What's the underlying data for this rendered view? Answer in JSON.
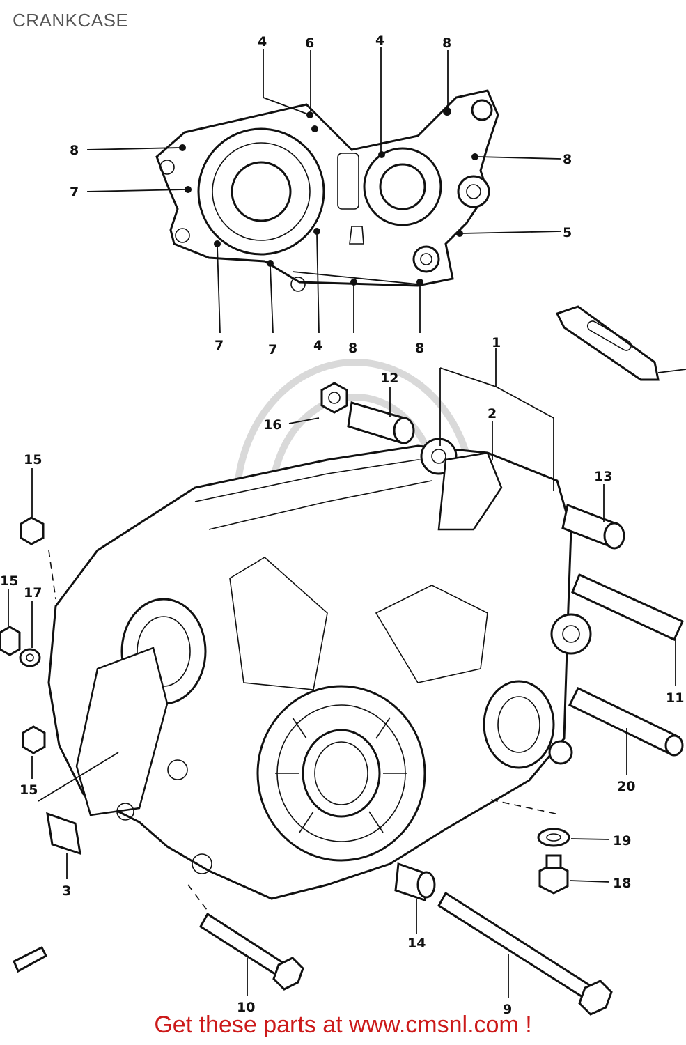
{
  "title": "CRANKCASE",
  "footer": "Get these parts at www.cmsnl.com !",
  "colors": {
    "footer_text": "#cc1a1a",
    "title_text": "#555555",
    "line_art": "#111111"
  },
  "callouts": {
    "c4a": "4",
    "c6": "6",
    "c4b": "4",
    "c8a": "8",
    "c8b": "8",
    "c8c": "8",
    "c7a": "7",
    "c5": "5",
    "c7b": "7",
    "c7c": "7",
    "c4c": "4",
    "c8d": "8",
    "c8e": "8",
    "c1": "1",
    "c12": "12",
    "c2": "2",
    "c16": "16",
    "c13": "13",
    "c15a": "15",
    "c15b": "15",
    "c17": "17",
    "c15c": "15",
    "c3": "3",
    "c11": "11",
    "c20": "20",
    "c19": "19",
    "c18": "18",
    "c14": "14",
    "c10": "10",
    "c9": "9"
  }
}
